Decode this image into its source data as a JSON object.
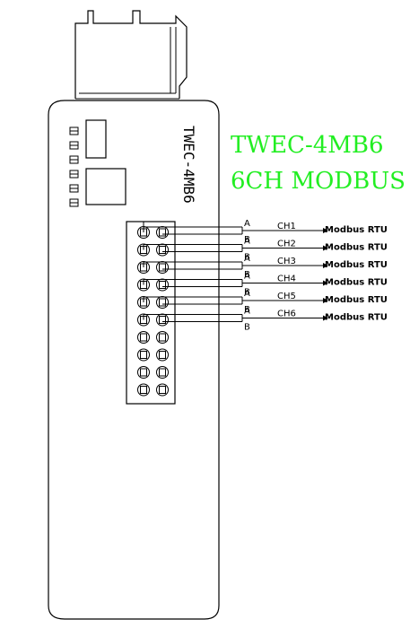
{
  "device": {
    "model_vertical": "TWEC-4MB6",
    "title_line1": "TWEC-4MB6",
    "title_line2": "6CH MODBUS",
    "title_color": "#22ee22"
  },
  "channels": [
    {
      "name": "CH1",
      "a": "A",
      "b": "B",
      "protocol": "Modbus RTU"
    },
    {
      "name": "CH2",
      "a": "A",
      "b": "B",
      "protocol": "Modbus RTU"
    },
    {
      "name": "CH3",
      "a": "A",
      "b": "B",
      "protocol": "Modbus RTU"
    },
    {
      "name": "CH4",
      "a": "A",
      "b": "B",
      "protocol": "Modbus RTU"
    },
    {
      "name": "CH5",
      "a": "A",
      "b": "B",
      "protocol": "Modbus RTU"
    },
    {
      "name": "CH6",
      "a": "A",
      "b": "B",
      "protocol": "Modbus RTU"
    }
  ],
  "terminal_rows": 10,
  "led_count": 6
}
